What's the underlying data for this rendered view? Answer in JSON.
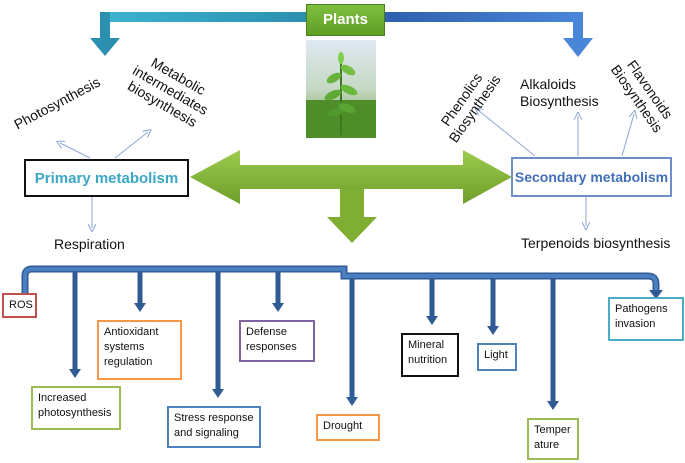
{
  "title": "Plants",
  "primary_metabolism": {
    "label": "Primary metabolism",
    "outputs": [
      "Photosynthesis",
      "Metabolic\nintermediates\nbiosynthesis",
      "Respiration"
    ]
  },
  "secondary_metabolism": {
    "label": "Secondary  metabolism",
    "outputs": [
      "Phenolics\nBiosynthesis",
      "Alkaloids\nBiosynthesis",
      "Flavonoids\nBiosynthesis",
      "Terpenoids biosynthesis"
    ]
  },
  "stress_factors": [
    {
      "label": "ROS",
      "color": "#c0504d"
    },
    {
      "label": "Increased\nphotosynthesis",
      "color": "#9bbb59"
    },
    {
      "label": "Antioxidant\nsystems\nregulation",
      "color": "#f79646"
    },
    {
      "label": "Stress response\nand signaling",
      "color": "#4f81bd"
    },
    {
      "label": "Defense\nresponses",
      "color": "#8064a2"
    },
    {
      "label": "Drought",
      "color": "#f79646"
    },
    {
      "label": "Mineral\nnutrition",
      "color": "#111111"
    },
    {
      "label": "Light",
      "color": "#4f81bd"
    },
    {
      "label": "Temper\nature",
      "color": "#9bbb59"
    },
    {
      "label": "Pathogens\ninvasion",
      "color": "#4bacc6"
    }
  ],
  "colors": {
    "teal_arrow": "#31a3c4",
    "blue_arrow": "#3f6fc4",
    "green_arrow": "#8cb83c",
    "bus_line": "#3b6fae",
    "thin_arrow": "#8aa6d6"
  }
}
